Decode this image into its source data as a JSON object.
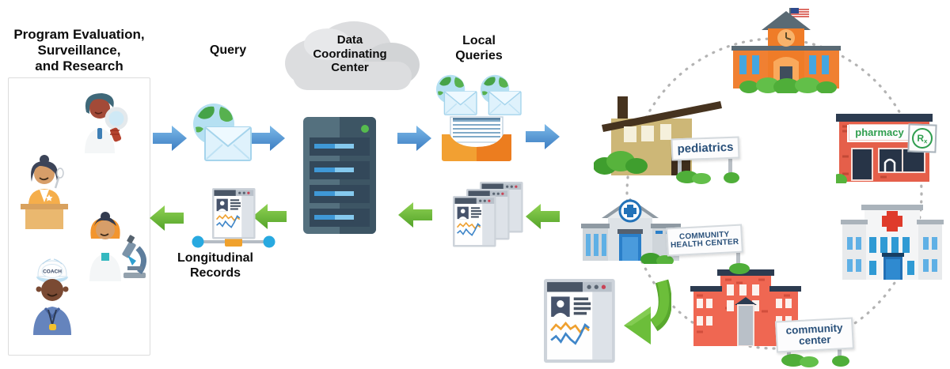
{
  "program_panel": {
    "title": "Program Evaluation,\nSurveillance,\nand Research",
    "people_icons": [
      "researcher-magnifier-icon",
      "speaker-podium-icon",
      "scientist-microscope-icon",
      "coach-icon"
    ],
    "coach_cap_text": "COACH"
  },
  "flow": {
    "query_label": "Query",
    "dcc_label": "Data\nCoordinating\nCenter",
    "local_queries_label": "Local\nQueries",
    "longitudinal_label": "Longitudinal\nRecords"
  },
  "sites": {
    "pediatrics_sign": "pediatrics",
    "pharmacy_sign": "pharmacy",
    "rx_main": "R",
    "rx_sub": "x",
    "community_health_center_sign": "COMMUNITY\nHEALTH CENTER",
    "community_center_sign": "community\ncenter"
  },
  "icons": {
    "query_icon": "globe-envelope-icon",
    "dcc_icon": "server-rack-icon",
    "local_queries_icons": [
      "globe-envelope-icon",
      "globe-envelope-icon",
      "document-inbox-tray-icon"
    ],
    "records_icons": [
      "stacked-patient-records-icon",
      "patient-record-chart-icon",
      "longitudinal-record-network-icon"
    ],
    "site_icons": [
      "pediatrics-house-icon",
      "school-icon",
      "pharmacy-icon",
      "hospital-icon",
      "community-center-icon",
      "community-health-center-icon"
    ],
    "connector": "dotted-circle-path"
  },
  "colors": {
    "arrow_blue_light": "#7cb9e8",
    "arrow_blue_dark": "#3c7dc2",
    "arrow_green_light": "#90d254",
    "arrow_green_dark": "#53a329",
    "sign_text_blue": "#29507a",
    "pharmacy_green": "#2f9e4f",
    "cloud_gray": "#dcdddf",
    "server_slate": "#3d5564",
    "tray_orange": "#f2a032",
    "chart_orange": "#efa02f",
    "chart_blue": "#3f86c9"
  }
}
